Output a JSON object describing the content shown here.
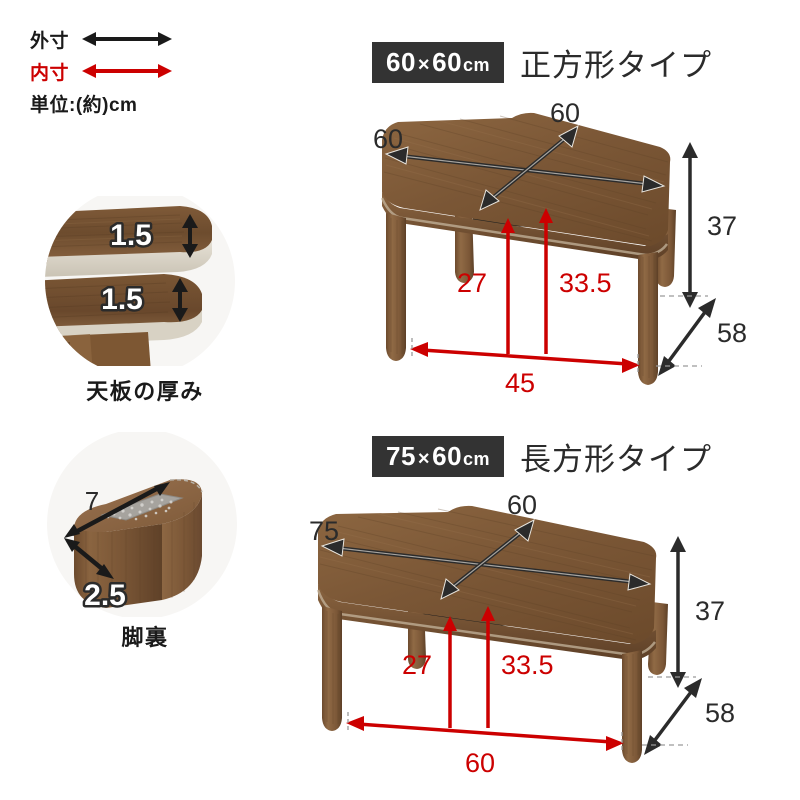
{
  "legend": {
    "outer_label": "外寸",
    "inner_label": "内寸",
    "unit_note": "単位:(約)cm",
    "outer_color": "#1a1a1a",
    "inner_color": "#cc0000"
  },
  "sections": {
    "square": {
      "badge_size": "60",
      "badge_times": "×",
      "badge_size2": "60",
      "badge_unit": "cm",
      "type_label": "正方形タイプ",
      "dims": {
        "width": "60",
        "depth": "60",
        "height": "37",
        "diagonal": "58",
        "inner_heater_height": "27",
        "inner_top_height": "33.5",
        "inner_width": "45"
      }
    },
    "rectangle": {
      "badge_size": "75",
      "badge_times": "×",
      "badge_size2": "60",
      "badge_unit": "cm",
      "type_label": "長方形タイプ",
      "dims": {
        "width": "75",
        "depth": "60",
        "height": "37",
        "diagonal": "58",
        "inner_heater_height": "27",
        "inner_top_height": "33.5",
        "inner_width": "60"
      }
    }
  },
  "details": {
    "tabletop": {
      "caption": "天板の厚み",
      "thickness_upper": "1.5",
      "thickness_lower": "1.5"
    },
    "legbottom": {
      "caption": "脚裏",
      "length": "7",
      "width": "2.5"
    }
  },
  "colors": {
    "wood_top": "#7a5636",
    "wood_top_light": "#8a6440",
    "wood_leg": "#8a6440",
    "wood_dark": "#5d3f26",
    "heater": "#20201f",
    "red": "#cc0000",
    "black": "#2b2b2b",
    "badge_bg": "#333333"
  }
}
